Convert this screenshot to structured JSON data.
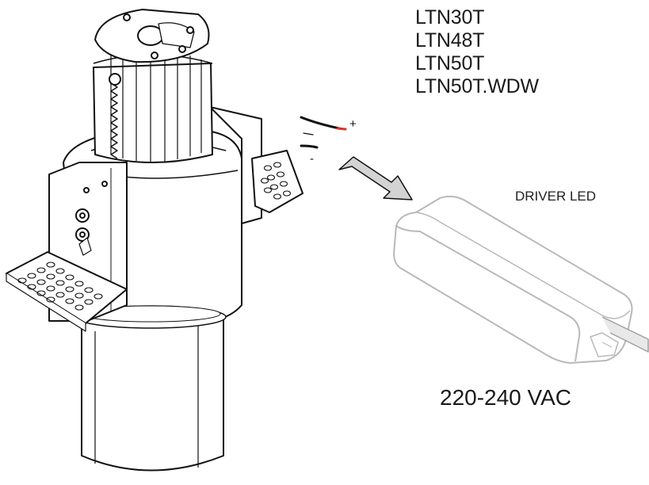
{
  "models": [
    "LTN30T",
    "LTN48T",
    "LTN50T",
    "LTN50T.WDW"
  ],
  "driver": {
    "label": "DRIVER LED"
  },
  "supply": {
    "voltage": "220-240 VAC"
  },
  "wires": {
    "plus": "+",
    "minus": "-",
    "positive_color": "#e0302a"
  },
  "colors": {
    "line": "#111111",
    "driver_line": "#b9b9b9",
    "arrow_fill": "#d3d3d3"
  }
}
